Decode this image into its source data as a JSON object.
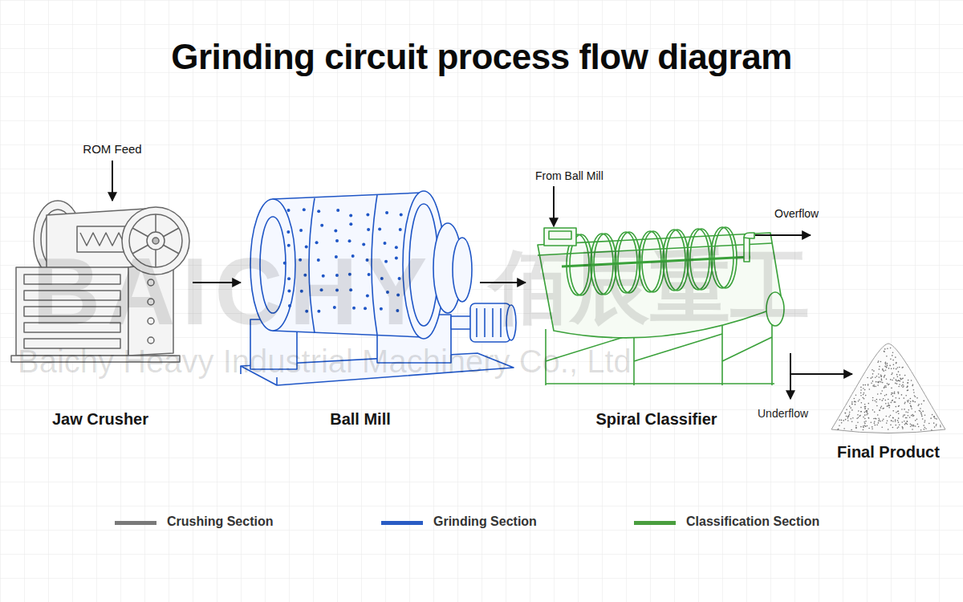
{
  "diagram": {
    "title": "Grinding circuit process flow diagram",
    "nodes": [
      {
        "text": [
          "Jaw Crusher"
        ]
      },
      {
        "text": [
          "Ball Mill"
        ]
      },
      {
        "text": [
          "Spiral Classifier"
        ]
      },
      {
        "text": [
          "Final Product"
        ]
      }
    ],
    "edges": [
      {
        "from": 0,
        "to": 1,
        "arrow": "to"
      },
      {
        "from": 1,
        "to": 2,
        "arrow": "to"
      },
      {
        "from": 2,
        "to": 3,
        "arrow": "to",
        "label": "Underflow"
      }
    ],
    "labels": [
      "ROM Feed",
      "From Ball Mill",
      "Overflow",
      "BAICHY",
      "佰辰重工",
      "Baichy Heavy Industrial Machinery Co., Ltd"
    ],
    "legend": [
      {
        "text": "Crushing Section",
        "color": "#7a7a7a"
      },
      {
        "text": "Grinding Section",
        "color": "#2a5cc4"
      },
      {
        "text": "Classification Section",
        "color": "#4a9e3f"
      }
    ]
  }
}
